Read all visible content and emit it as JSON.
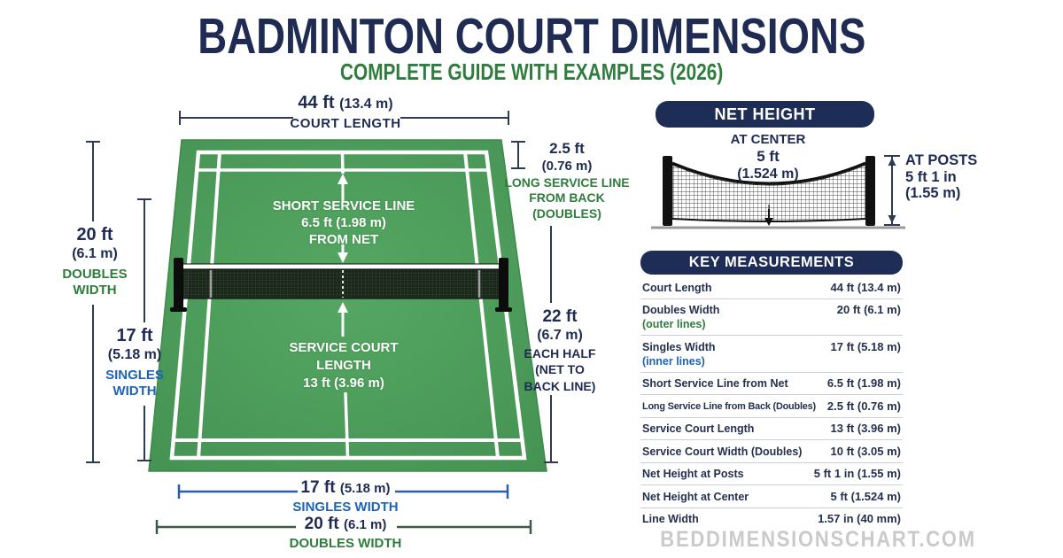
{
  "header": {
    "title": "BADMINTON COURT DIMENSIONS",
    "subtitle": "COMPLETE GUIDE WITH EXAMPLES (2026)"
  },
  "court_diagram": {
    "dimensions": {
      "court_length": {
        "value": "44 ft",
        "metric": "(13.4 m)",
        "label": "COURT LENGTH"
      },
      "doubles_width_left": {
        "value": "20 ft",
        "metric": "(6.1 m)",
        "label": "DOUBLES WIDTH"
      },
      "singles_width_left": {
        "value": "17 ft",
        "metric": "(5.18 m)",
        "label": "SINGLES WIDTH"
      },
      "long_service_line": {
        "value": "2.5 ft",
        "metric": "(0.76 m)",
        "line1": "LONG SERVICE LINE",
        "line2": "FROM BACK",
        "line3": "(DOUBLES)"
      },
      "each_half": {
        "value": "22 ft",
        "metric": "(6.7 m)",
        "line1": "EACH HALF",
        "line2": "(NET TO",
        "line3": "BACK LINE)"
      },
      "singles_width_bottom": {
        "value": "17 ft",
        "metric": "(5.18 m)",
        "label": "SINGLES WIDTH"
      },
      "doubles_width_bottom": {
        "value": "20 ft",
        "metric": "(6.1 m)",
        "label": "DOUBLES WIDTH"
      }
    },
    "annotations": {
      "short_service": {
        "line1": "SHORT SERVICE LINE",
        "line2": "6.5 ft (1.98 m)",
        "line3": "FROM NET"
      },
      "service_court": {
        "line1": "SERVICE COURT",
        "line2": "LENGTH",
        "line3": "13 ft (3.96 m)"
      }
    }
  },
  "net_panel": {
    "header": "NET HEIGHT",
    "at_center": {
      "title": "AT CENTER",
      "value": "5 ft",
      "metric": "(1.524 m)"
    },
    "at_posts": {
      "title": "AT POSTS",
      "value": "5 ft 1 in",
      "metric": "(1.55 m)"
    }
  },
  "measurements": {
    "header": "KEY MEASUREMENTS",
    "rows": [
      {
        "label": "Court Length",
        "value": "44 ft (13.4 m)"
      },
      {
        "label": "Doubles Width",
        "sub": "(outer lines)",
        "value": "20 ft (6.1 m)"
      },
      {
        "label": "Singles Width",
        "sub": "(inner lines)",
        "value": "17 ft (5.18 m)"
      },
      {
        "label": "Short Service Line from Net",
        "value": "6.5 ft (1.98 m)"
      },
      {
        "label": "Long Service Line from Back (Doubles)",
        "value": "2.5 ft (0.76 m)"
      },
      {
        "label": "Service Court Length",
        "value": "13 ft (3.96 m)"
      },
      {
        "label": "Service Court Width (Doubles)",
        "value": "10 ft (3.05 m)"
      },
      {
        "label": "Net Height at Posts",
        "value": "5 ft 1 in (1.55 m)"
      },
      {
        "label": "Net Height at Center",
        "value": "5 ft (1.524 m)"
      },
      {
        "label": "Line Width",
        "value": "1.57 in (40 mm)"
      }
    ]
  },
  "watermark": "BEDDIMENSIONSCHART.COM",
  "colors": {
    "navy": "#1f2b52",
    "green": "#2e7d3c",
    "blue": "#1c64b8",
    "court_green": "#4b9c58",
    "pill_navy": "#1e2d55",
    "singles_dim_blue": "#2b5cad",
    "doubles_dim_green": "#3c5a46",
    "watermark_gray": "#cacaca"
  }
}
